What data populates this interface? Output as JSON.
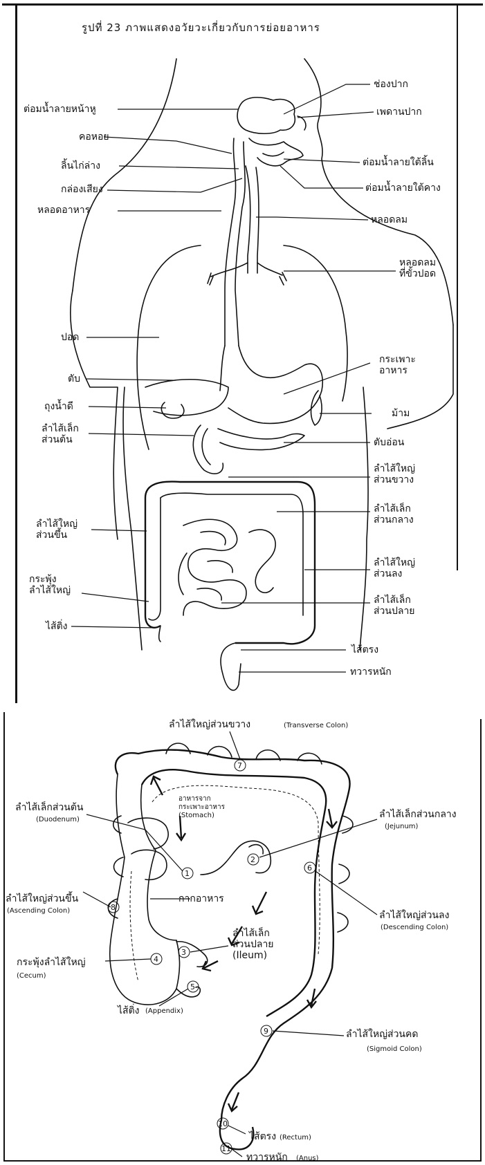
{
  "title": "รูปที่ 23 ภาพแสดงอวัยวะเกี่ยวกับการย่อยอาหาร",
  "upper_labels": {
    "left": [
      "ต่อมน้ำลายหน้าหู",
      "คอหอย",
      "ลิ้นไก่ล่าง",
      "กล่องเสียง",
      "หลอดอาหาร",
      "ปอด",
      "ตับ",
      "ถุงน้ำดี",
      "ลำไส้เล็ก\nส่วนต้น",
      "ลำไส้ใหญ่\nส่วนขึ้น",
      "กระพุ้ง\nลำไส้ใหญ่",
      "ไส้ติ่ง"
    ],
    "right": [
      "ช่องปาก",
      "เพดานปาก",
      "ต่อมน้ำลายใต้ลิ้น",
      "ต่อมน้ำลายใต้คาง",
      "หลอดลม",
      "หลอดลม\nที่ขั้วปอด",
      "กระเพาะ\nอาหาร",
      "ม้าม",
      "ตับอ่อน",
      "ลำไส้ใหญ่\nส่วนขวาง",
      "ลำไส้เล็ก\nส่วนกลาง",
      "ลำไส้ใหญ่\nส่วนลง",
      "ลำไส้เล็ก\nส่วนปลาย",
      "ไส้ตรง",
      "ทวารหนัก"
    ]
  },
  "lower_labels": {
    "transverse": "ลำไส้ใหญ่ส่วนขวาง",
    "transverse_en": "(Transverse Colon)",
    "duodenum": "ลำไส้เล็กส่วนต้น",
    "duodenum_en": "(Duodenum)",
    "stomach_food": "อาหารจาก\nกระเพาะอาหาร\n(Stomach)",
    "jejunum": "ลำไส้เล็กส่วนกลาง",
    "jejunum_en": "(Jejunum)",
    "residue": "กากอาหาร",
    "ascending": "ลำไส้ใหญ่ส่วนขึ้น",
    "ascending_en": "(Ascending Colon)",
    "descending": "ลำไส้ใหญ่ส่วนลง",
    "descending_en": "(Descending Colon)",
    "ileum": "ลำไส้เล็ก\nส่วนปลาย\n(Ileum)",
    "cecum": "กระพุ้งลำไส้ใหญ่",
    "cecum_en": "(Cecum)",
    "appendix": "ไส้ติ่ง",
    "appendix_en": "(Appendix)",
    "sigmoid": "ลำไส้ใหญ่ส่วนคด",
    "sigmoid_en": "(Sigmoid Colon)",
    "rectum": "ไส้ตรง",
    "rectum_en": "(Rectum)",
    "anus": "ทวารหนัก",
    "anus_en": "(Anus)"
  },
  "numbers": [
    "1",
    "2",
    "3",
    "4",
    "5",
    "6",
    "7",
    "8",
    "9",
    "10",
    "11"
  ]
}
